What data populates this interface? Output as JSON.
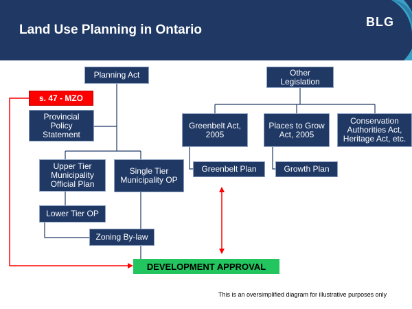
{
  "header": {
    "title": "Land Use Planning in Ontario",
    "logo": "BLG"
  },
  "nodes": {
    "planning_act": "Planning Act",
    "other_legislation": "Other\nLegislation",
    "mzo": "s. 47 - MZO",
    "provincial_policy": "Provincial\nPolicy\nStatement",
    "greenbelt_act": "Greenbelt Act,\n2005",
    "places_to_grow_act": "Places to Grow\nAct, 2005",
    "conservation_act": "Conservation\nAuthorities Act,\nHeritage Act, etc.",
    "greenbelt_plan": "Greenbelt Plan",
    "growth_plan": "Growth Plan",
    "upper_tier_op": "Upper Tier\nMunicipality\nOfficial Plan",
    "single_tier_op": "Single Tier\nMunicipality OP",
    "lower_tier_op": "Lower Tier OP",
    "zoning_bylaw": "Zoning By-law",
    "development_approval": "DEVELOPMENT APPROVAL"
  },
  "colors": {
    "navy": "#1f3864",
    "accent_teal": "#3aa0c8",
    "mzo_red": "#ff0000",
    "approval_green": "#22c55e",
    "connector": "#1f3864"
  },
  "footnote": "This is an oversimplified diagram for illustrative purposes only"
}
